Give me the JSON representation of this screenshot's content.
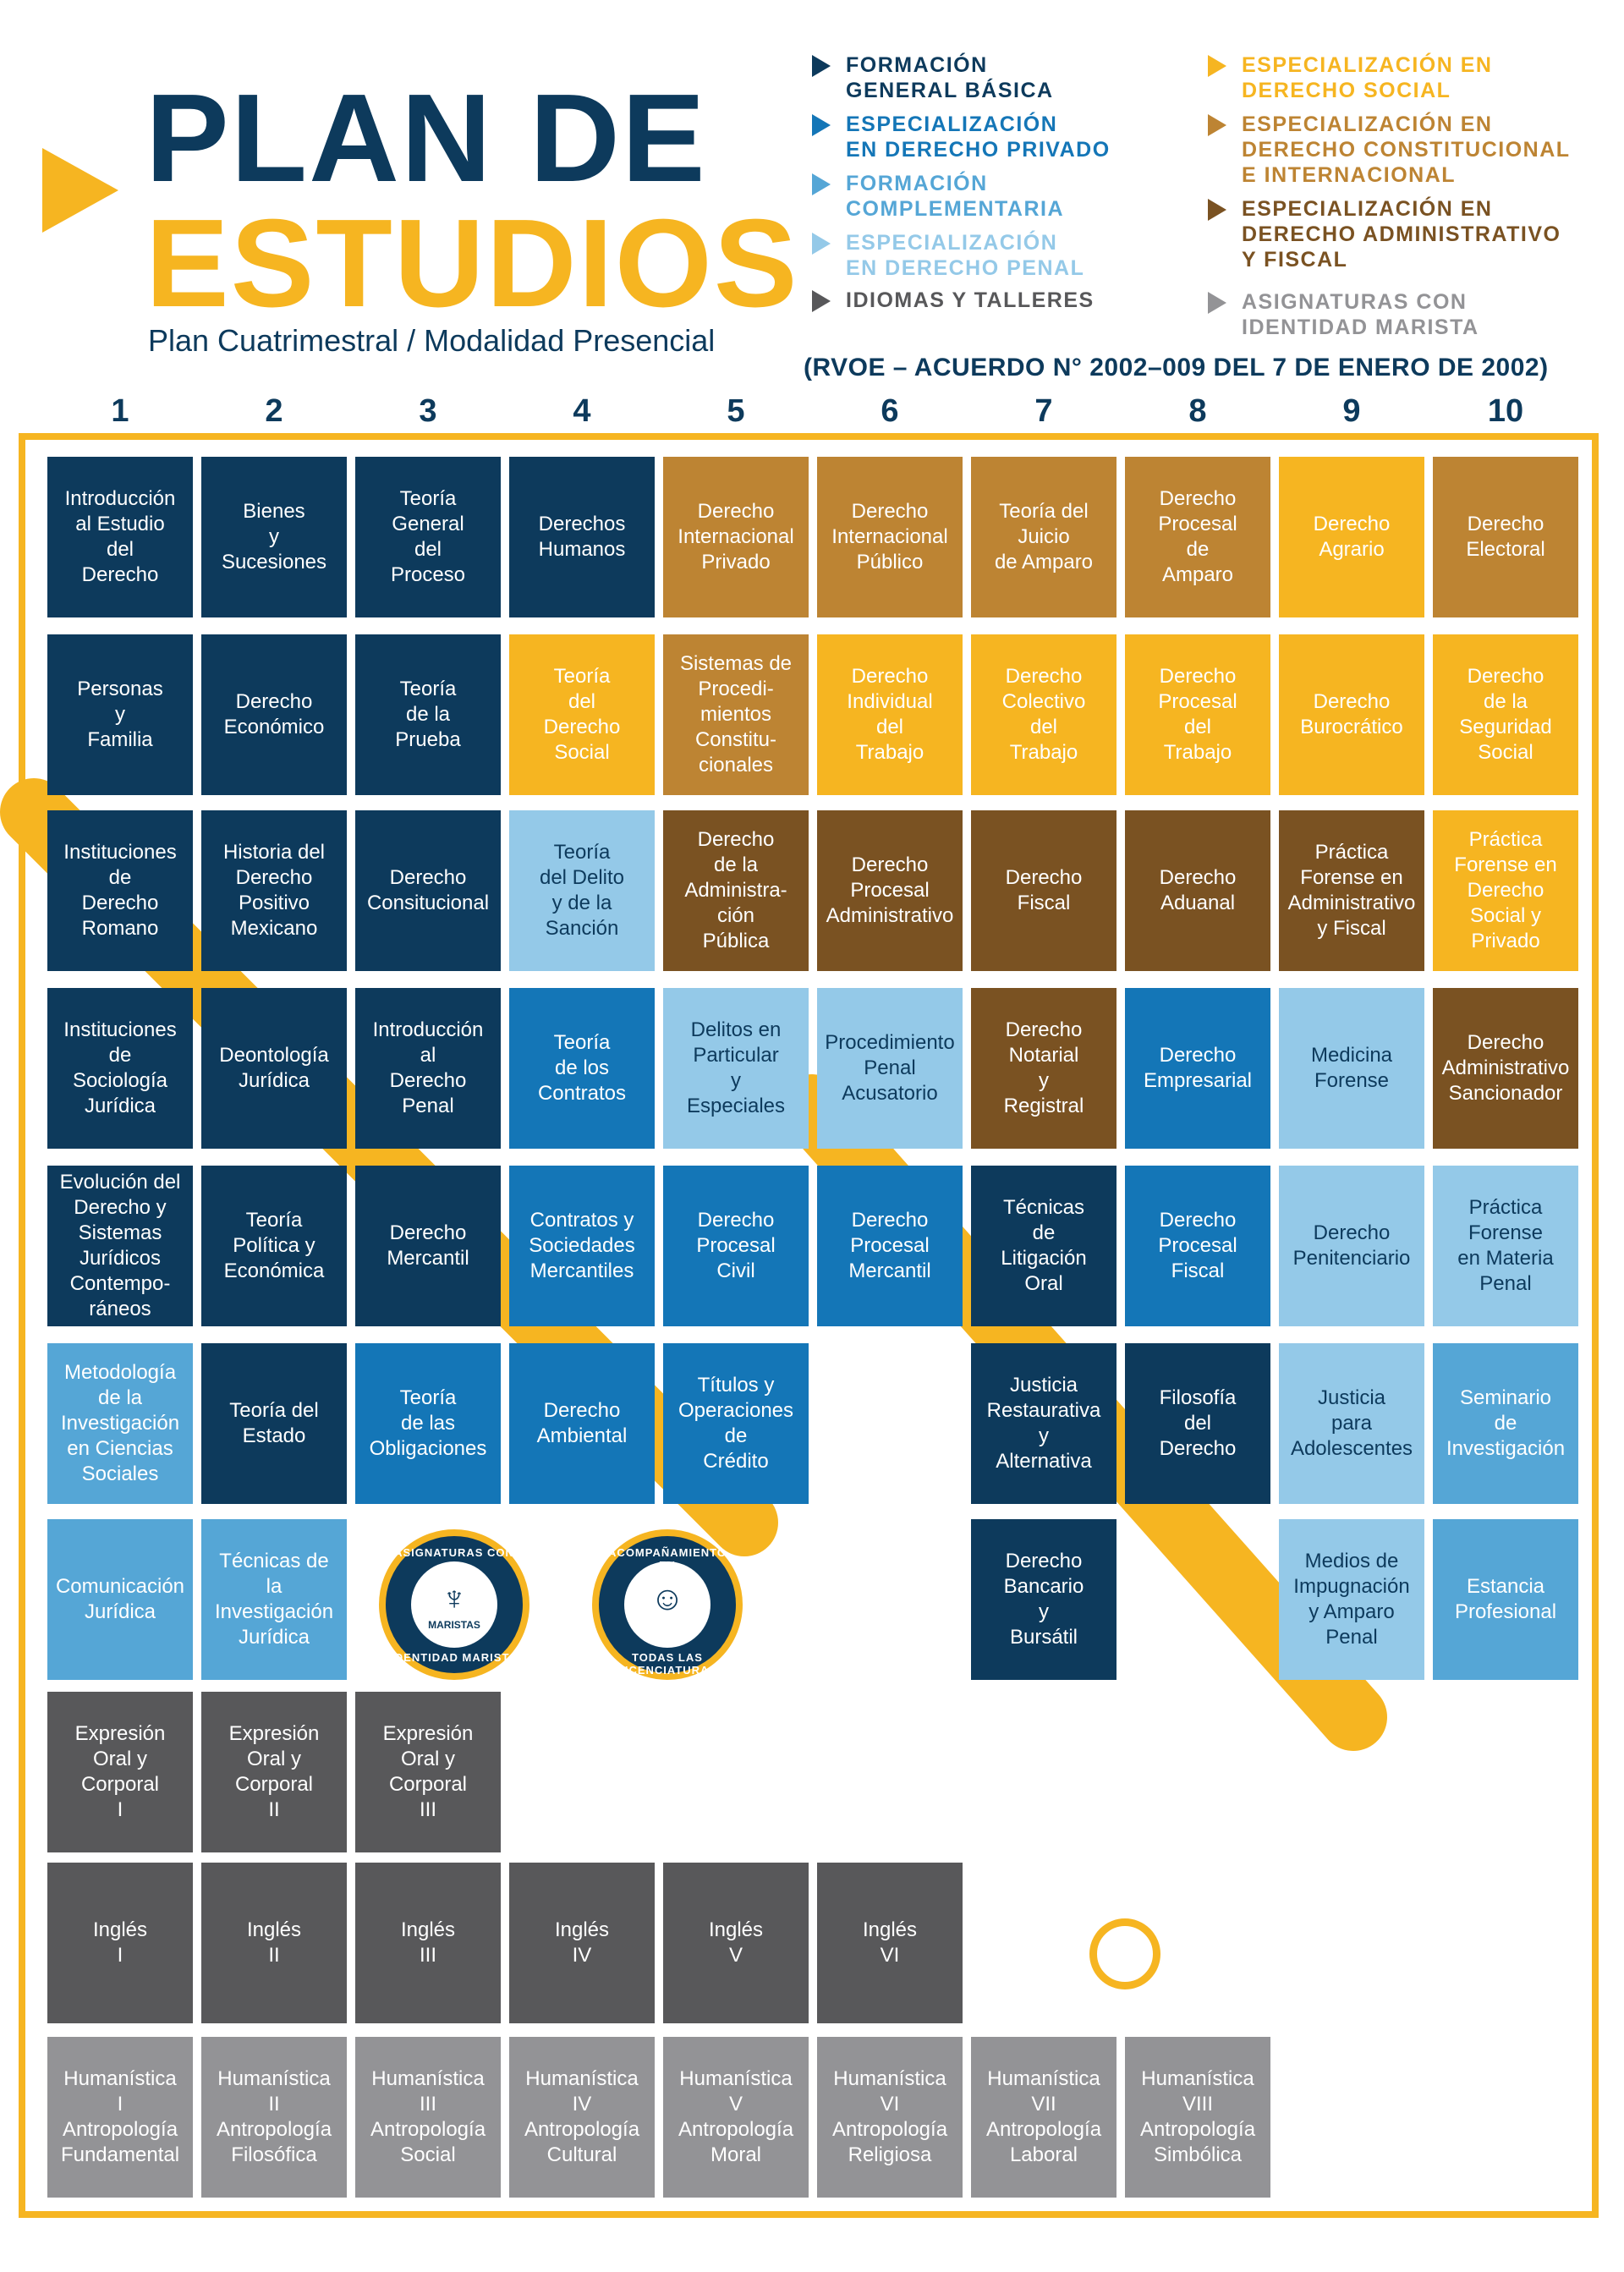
{
  "colors": {
    "formacion_general_basica": "#0d3a5c",
    "especializacion_derecho_privado": "#1476b7",
    "formacion_complementaria": "#55a6d6",
    "especializacion_derecho_penal": "#94c9e8",
    "idiomas_talleres": "#58585a",
    "especializacion_derecho_social": "#f6b521",
    "especializacion_constitucional_internacional": "#bd8433",
    "especializacion_administrativo_fiscal": "#7a5222",
    "identidad_marista": "#939396",
    "frame": "#f6b521"
  },
  "header": {
    "title_line1": "PLAN DE",
    "title_line2": "ESTUDIOS",
    "subtitle": "Plan Cuatrimestral / Modalidad Presencial",
    "rvoe": "(RVOE – ACUERDO N° 2002–009 DEL 7 DE ENERO DE 2002)"
  },
  "legend": [
    {
      "label": "FORMACIÓN\nGENERAL BÁSICA",
      "key": "formacion_general_basica"
    },
    {
      "label": "ESPECIALIZACIÓN\nEN DERECHO PRIVADO",
      "key": "especializacion_derecho_privado"
    },
    {
      "label": "FORMACIÓN\nCOMPLEMENTARIA",
      "key": "formacion_complementaria"
    },
    {
      "label": "ESPECIALIZACIÓN\nEN DERECHO PENAL",
      "key": "especializacion_derecho_penal"
    },
    {
      "label": "IDIOMAS Y TALLERES",
      "key": "idiomas_talleres"
    },
    {
      "label": "ESPECIALIZACIÓN EN\nDERECHO SOCIAL",
      "key": "especializacion_derecho_social"
    },
    {
      "label": "ESPECIALIZACIÓN EN\nDERECHO CONSTITUCIONAL\nE INTERNACIONAL",
      "key": "especializacion_constitucional_internacional"
    },
    {
      "label": "ESPECIALIZACIÓN EN\nDERECHO ADMINISTRATIVO\nY FISCAL",
      "key": "especializacion_administrativo_fiscal"
    },
    {
      "label": "ASIGNATURAS CON\nIDENTIDAD MARISTA",
      "key": "identidad_marista"
    }
  ],
  "semesters": [
    "1",
    "2",
    "3",
    "4",
    "5",
    "6",
    "7",
    "8",
    "9",
    "10"
  ],
  "courses": [
    {
      "col": 1,
      "row": 1,
      "cat": "formacion_general_basica",
      "label": "Introducción\nal Estudio\ndel\nDerecho"
    },
    {
      "col": 2,
      "row": 1,
      "cat": "formacion_general_basica",
      "label": "Bienes\ny\nSucesiones"
    },
    {
      "col": 3,
      "row": 1,
      "cat": "formacion_general_basica",
      "label": "Teoría\nGeneral\ndel\nProceso"
    },
    {
      "col": 4,
      "row": 1,
      "cat": "formacion_general_basica",
      "label": "Derechos\nHumanos"
    },
    {
      "col": 5,
      "row": 1,
      "cat": "especializacion_constitucional_internacional",
      "label": "Derecho\nInternacional\nPrivado"
    },
    {
      "col": 6,
      "row": 1,
      "cat": "especializacion_constitucional_internacional",
      "label": "Derecho\nInternacional\nPúblico"
    },
    {
      "col": 7,
      "row": 1,
      "cat": "especializacion_constitucional_internacional",
      "label": "Teoría del\nJuicio\nde Amparo"
    },
    {
      "col": 8,
      "row": 1,
      "cat": "especializacion_constitucional_internacional",
      "label": "Derecho\nProcesal\nde\nAmparo"
    },
    {
      "col": 9,
      "row": 1,
      "cat": "especializacion_derecho_social",
      "label": "Derecho\nAgrario"
    },
    {
      "col": 10,
      "row": 1,
      "cat": "especializacion_constitucional_internacional",
      "label": "Derecho\nElectoral"
    },
    {
      "col": 1,
      "row": 2,
      "cat": "formacion_general_basica",
      "label": "Personas\ny\nFamilia"
    },
    {
      "col": 2,
      "row": 2,
      "cat": "formacion_general_basica",
      "label": "Derecho\nEconómico"
    },
    {
      "col": 3,
      "row": 2,
      "cat": "formacion_general_basica",
      "label": "Teoría\nde la\nPrueba"
    },
    {
      "col": 4,
      "row": 2,
      "cat": "especializacion_derecho_social",
      "label": "Teoría\ndel\nDerecho\nSocial"
    },
    {
      "col": 5,
      "row": 2,
      "cat": "especializacion_constitucional_internacional",
      "label": "Sistemas de\nProcedi-\nmientos\nConstitu-\ncionales"
    },
    {
      "col": 6,
      "row": 2,
      "cat": "especializacion_derecho_social",
      "label": "Derecho\nIndividual\ndel\nTrabajo"
    },
    {
      "col": 7,
      "row": 2,
      "cat": "especializacion_derecho_social",
      "label": "Derecho\nColectivo\ndel\nTrabajo"
    },
    {
      "col": 8,
      "row": 2,
      "cat": "especializacion_derecho_social",
      "label": "Derecho\nProcesal\ndel\nTrabajo"
    },
    {
      "col": 9,
      "row": 2,
      "cat": "especializacion_derecho_social",
      "label": "Derecho\nBurocrático"
    },
    {
      "col": 10,
      "row": 2,
      "cat": "especializacion_derecho_social",
      "label": "Derecho\nde la\nSeguridad\nSocial"
    },
    {
      "col": 1,
      "row": 3,
      "cat": "formacion_general_basica",
      "label": "Instituciones\nde\nDerecho\nRomano"
    },
    {
      "col": 2,
      "row": 3,
      "cat": "formacion_general_basica",
      "label": "Historia del\nDerecho\nPositivo\nMexicano"
    },
    {
      "col": 3,
      "row": 3,
      "cat": "formacion_general_basica",
      "label": "Derecho\nConsitucional"
    },
    {
      "col": 4,
      "row": 3,
      "cat": "especializacion_derecho_penal",
      "label": "Teoría\ndel Delito\ny de la\nSanción"
    },
    {
      "col": 5,
      "row": 3,
      "cat": "especializacion_administrativo_fiscal",
      "label": "Derecho\nde la\nAdministra-\nción\nPública"
    },
    {
      "col": 6,
      "row": 3,
      "cat": "especializacion_administrativo_fiscal",
      "label": "Derecho\nProcesal\nAdministrativo"
    },
    {
      "col": 7,
      "row": 3,
      "cat": "especializacion_administrativo_fiscal",
      "label": "Derecho\nFiscal"
    },
    {
      "col": 8,
      "row": 3,
      "cat": "especializacion_administrativo_fiscal",
      "label": "Derecho\nAduanal"
    },
    {
      "col": 9,
      "row": 3,
      "cat": "especializacion_administrativo_fiscal",
      "label": "Práctica\nForense en\nAdministrativo\ny Fiscal"
    },
    {
      "col": 10,
      "row": 3,
      "cat": "especializacion_derecho_social",
      "label": "Práctica\nForense en\nDerecho\nSocial y\nPrivado"
    },
    {
      "col": 1,
      "row": 4,
      "cat": "formacion_general_basica",
      "label": "Instituciones\nde\nSociología\nJurídica"
    },
    {
      "col": 2,
      "row": 4,
      "cat": "formacion_general_basica",
      "label": "Deontología\nJurídica"
    },
    {
      "col": 3,
      "row": 4,
      "cat": "formacion_general_basica",
      "label": "Introducción\nal\nDerecho\nPenal"
    },
    {
      "col": 4,
      "row": 4,
      "cat": "especializacion_derecho_privado",
      "label": "Teoría\nde los\nContratos"
    },
    {
      "col": 5,
      "row": 4,
      "cat": "especializacion_derecho_penal",
      "label": "Delitos en\nParticular\ny\nEspeciales"
    },
    {
      "col": 6,
      "row": 4,
      "cat": "especializacion_derecho_penal",
      "label": "Procedimiento\nPenal\nAcusatorio"
    },
    {
      "col": 7,
      "row": 4,
      "cat": "especializacion_administrativo_fiscal",
      "label": "Derecho\nNotarial\ny\nRegistral"
    },
    {
      "col": 8,
      "row": 4,
      "cat": "especializacion_derecho_privado",
      "label": "Derecho\nEmpresarial"
    },
    {
      "col": 9,
      "row": 4,
      "cat": "especializacion_derecho_penal",
      "label": "Medicina\nForense"
    },
    {
      "col": 10,
      "row": 4,
      "cat": "especializacion_administrativo_fiscal",
      "label": "Derecho\nAdministrativo\nSancionador"
    },
    {
      "col": 1,
      "row": 5,
      "cat": "formacion_general_basica",
      "label": "Evolución del\nDerecho y\nSistemas\nJurídicos\nContempo-\nráneos"
    },
    {
      "col": 2,
      "row": 5,
      "cat": "formacion_general_basica",
      "label": "Teoría\nPolítica y\nEconómica"
    },
    {
      "col": 3,
      "row": 5,
      "cat": "formacion_general_basica",
      "label": "Derecho\nMercantil"
    },
    {
      "col": 4,
      "row": 5,
      "cat": "especializacion_derecho_privado",
      "label": "Contratos y\nSociedades\nMercantiles"
    },
    {
      "col": 5,
      "row": 5,
      "cat": "especializacion_derecho_privado",
      "label": "Derecho\nProcesal\nCivil"
    },
    {
      "col": 6,
      "row": 5,
      "cat": "especializacion_derecho_privado",
      "label": "Derecho\nProcesal\nMercantil"
    },
    {
      "col": 7,
      "row": 5,
      "cat": "formacion_general_basica",
      "label": "Técnicas\nde\nLitigación\nOral"
    },
    {
      "col": 8,
      "row": 5,
      "cat": "especializacion_derecho_privado",
      "label": "Derecho\nProcesal\nFiscal"
    },
    {
      "col": 9,
      "row": 5,
      "cat": "especializacion_derecho_penal",
      "label": "Derecho\nPenitenciario"
    },
    {
      "col": 10,
      "row": 5,
      "cat": "especializacion_derecho_penal",
      "label": "Práctica\nForense\nen Materia\nPenal"
    },
    {
      "col": 1,
      "row": 6,
      "cat": "formacion_complementaria",
      "label": "Metodología\nde la\nInvestigación\nen Ciencias\nSociales"
    },
    {
      "col": 2,
      "row": 6,
      "cat": "formacion_general_basica",
      "label": "Teoría del\nEstado"
    },
    {
      "col": 3,
      "row": 6,
      "cat": "especializacion_derecho_privado",
      "label": "Teoría\nde las\nObligaciones"
    },
    {
      "col": 4,
      "row": 6,
      "cat": "especializacion_derecho_privado",
      "label": "Derecho\nAmbiental"
    },
    {
      "col": 5,
      "row": 6,
      "cat": "especializacion_derecho_privado",
      "label": "Títulos y\nOperaciones\nde\nCrédito"
    },
    {
      "col": 7,
      "row": 6,
      "cat": "formacion_general_basica",
      "label": "Justicia\nRestaurativa\ny\nAlternativa"
    },
    {
      "col": 8,
      "row": 6,
      "cat": "formacion_general_basica",
      "label": "Filosofía\ndel\nDerecho"
    },
    {
      "col": 9,
      "row": 6,
      "cat": "especializacion_derecho_penal",
      "label": "Justicia\npara\nAdolescentes"
    },
    {
      "col": 10,
      "row": 6,
      "cat": "formacion_complementaria",
      "label": "Seminario\nde\nInvestigación"
    },
    {
      "col": 1,
      "row": 7,
      "cat": "formacion_complementaria",
      "label": "Comunicación\nJurídica"
    },
    {
      "col": 2,
      "row": 7,
      "cat": "formacion_complementaria",
      "label": "Técnicas de\nla\nInvestigación\nJurídica"
    },
    {
      "col": 7,
      "row": 7,
      "cat": "formacion_general_basica",
      "label": "Derecho\nBancario\ny\nBursátil"
    },
    {
      "col": 9,
      "row": 7,
      "cat": "especializacion_derecho_penal",
      "label": "Medios de\nImpugnación\ny Amparo\nPenal"
    },
    {
      "col": 10,
      "row": 7,
      "cat": "formacion_complementaria",
      "label": "Estancia\nProfesional"
    },
    {
      "col": 1,
      "row": 8,
      "cat": "idiomas_talleres",
      "label": "Expresión\nOral y\nCorporal\nI"
    },
    {
      "col": 2,
      "row": 8,
      "cat": "idiomas_talleres",
      "label": "Expresión\nOral y\nCorporal\nII"
    },
    {
      "col": 3,
      "row": 8,
      "cat": "idiomas_talleres",
      "label": "Expresión\nOral y\nCorporal\nIII"
    },
    {
      "col": 1,
      "row": 9,
      "cat": "idiomas_talleres",
      "label": "Inglés\nI"
    },
    {
      "col": 2,
      "row": 9,
      "cat": "idiomas_talleres",
      "label": "Inglés\nII"
    },
    {
      "col": 3,
      "row": 9,
      "cat": "idiomas_talleres",
      "label": "Inglés\nIII"
    },
    {
      "col": 4,
      "row": 9,
      "cat": "idiomas_talleres",
      "label": "Inglés\nIV"
    },
    {
      "col": 5,
      "row": 9,
      "cat": "idiomas_talleres",
      "label": "Inglés\nV"
    },
    {
      "col": 6,
      "row": 9,
      "cat": "idiomas_talleres",
      "label": "Inglés\nVI"
    },
    {
      "col": 1,
      "row": 10,
      "cat": "identidad_marista",
      "label": "Humanística\nI\nAntropología\nFundamental"
    },
    {
      "col": 2,
      "row": 10,
      "cat": "identidad_marista",
      "label": "Humanística\nII\nAntropología\nFilosófica"
    },
    {
      "col": 3,
      "row": 10,
      "cat": "identidad_marista",
      "label": "Humanística\nIII\nAntropología\nSocial"
    },
    {
      "col": 4,
      "row": 10,
      "cat": "identidad_marista",
      "label": "Humanística\nIV\nAntropología\nCultural"
    },
    {
      "col": 5,
      "row": 10,
      "cat": "identidad_marista",
      "label": "Humanística\nV\nAntropología\nMoral"
    },
    {
      "col": 6,
      "row": 10,
      "cat": "identidad_marista",
      "label": "Humanística\nVI\nAntropología\nReligiosa"
    },
    {
      "col": 7,
      "row": 10,
      "cat": "identidad_marista",
      "label": "Humanística\nVII\nAntropología\nLaboral"
    },
    {
      "col": 8,
      "row": 10,
      "cat": "identidad_marista",
      "label": "Humanística\nVIII\nAntropología\nSimbólica"
    }
  ],
  "badges": [
    {
      "text_top": "ASIGNATURAS CON",
      "text_bottom": "IDENTIDAD MARISTA",
      "brand": "MARISTAS",
      "icon": "marist-logo-icon"
    },
    {
      "text_top": "ACOMPAÑAMIENTO EN",
      "text_bottom": "TODAS LAS LICENCIATURAS",
      "brand": "",
      "icon": "mascot-icon"
    }
  ]
}
